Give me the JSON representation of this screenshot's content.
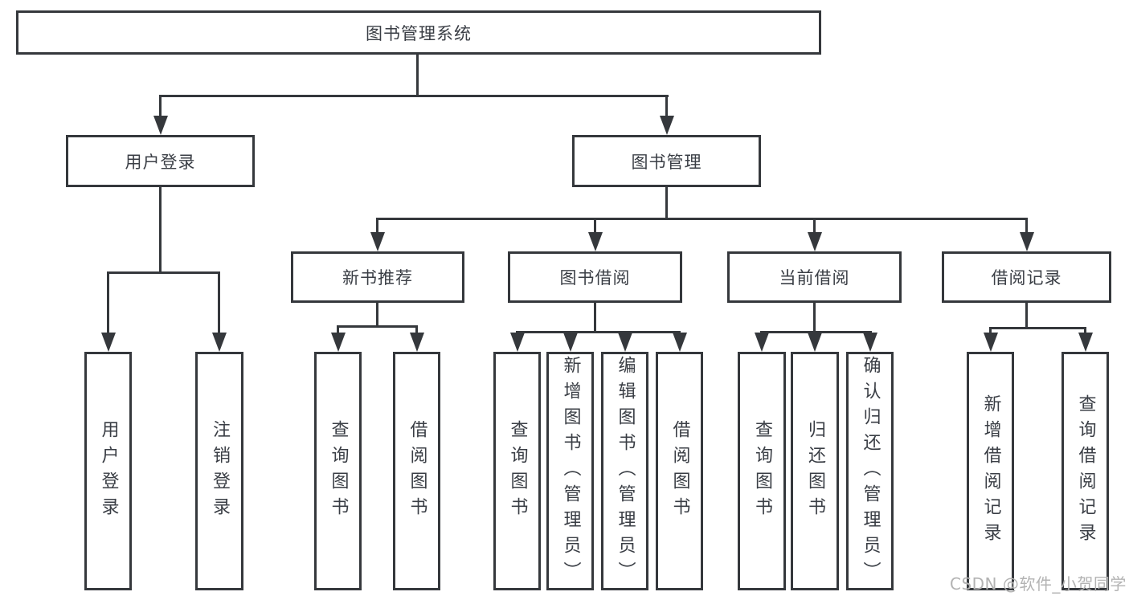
{
  "diagram": {
    "root": {
      "label": "图书管理系统"
    },
    "level2": [
      {
        "label": "用户登录"
      },
      {
        "label": "图书管理"
      }
    ],
    "level3": [
      {
        "label": "新书推荐"
      },
      {
        "label": "图书借阅"
      },
      {
        "label": "当前借阅"
      },
      {
        "label": "借阅记录"
      }
    ],
    "leaves": [
      {
        "label": "用户登录"
      },
      {
        "label": "注销登录"
      },
      {
        "label": "查询图书"
      },
      {
        "label": "借阅图书"
      },
      {
        "label": "查询图书"
      },
      {
        "label": "新增图书（管理员）"
      },
      {
        "label": "编辑图书（管理员）"
      },
      {
        "label": "借阅图书"
      },
      {
        "label": "查询图书"
      },
      {
        "label": "归还图书"
      },
      {
        "label": "确认归还（管理员）"
      },
      {
        "label": "新增借阅记录"
      },
      {
        "label": "查询借阅记录"
      }
    ]
  },
  "watermark": {
    "text": "CSDN @软件_小贺同学"
  },
  "colors": {
    "line": "#35383c",
    "text": "#3a3e45",
    "watermark": "#b3b3b3",
    "background": "#ffffff"
  }
}
